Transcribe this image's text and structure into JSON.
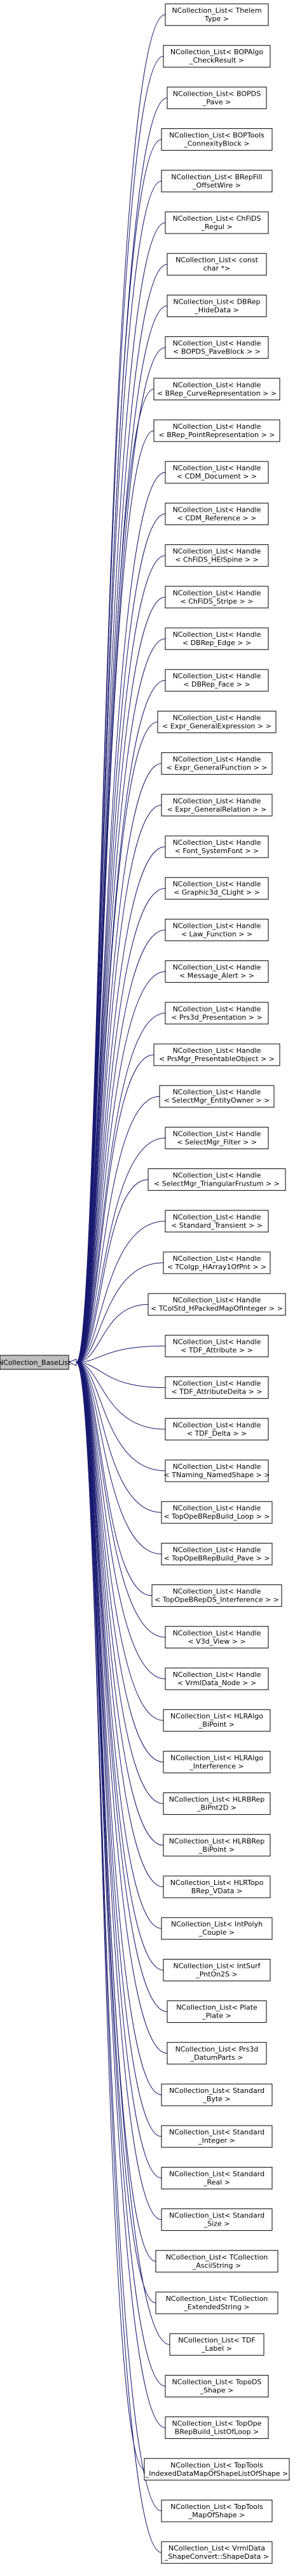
{
  "diagram": {
    "base_class": "NCollection_BaseList",
    "colors": {
      "edge": "#191970",
      "node_border": "#000000",
      "node_fill": "#ffffff",
      "base_fill": "#bfbfbf",
      "text": "#000000"
    },
    "derived_classes": [
      [
        "NCollection_List< Thelem",
        "Type >"
      ],
      [
        "NCollection_List< BOPAlgo",
        "_CheckResult >"
      ],
      [
        "NCollection_List< BOPDS",
        "_Pave >"
      ],
      [
        "NCollection_List< BOPTools",
        "_ConnexityBlock >"
      ],
      [
        "NCollection_List< BRepFill",
        "_OffsetWire >"
      ],
      [
        "NCollection_List< ChFiDS",
        "_Regul >"
      ],
      [
        "NCollection_List< const",
        "char *>"
      ],
      [
        "NCollection_List< DBRep",
        "_HideData >"
      ],
      [
        "NCollection_List< Handle",
        "< BOPDS_PaveBlock > >"
      ],
      [
        "NCollection_List< Handle",
        "< BRep_CurveRepresentation > >"
      ],
      [
        "NCollection_List< Handle",
        "< BRep_PointRepresentation > >"
      ],
      [
        "NCollection_List< Handle",
        "< CDM_Document > >"
      ],
      [
        "NCollection_List< Handle",
        "< CDM_Reference > >"
      ],
      [
        "NCollection_List< Handle",
        "< ChFiDS_HElSpine > >"
      ],
      [
        "NCollection_List< Handle",
        "< ChFiDS_Stripe > >"
      ],
      [
        "NCollection_List< Handle",
        "< DBRep_Edge > >"
      ],
      [
        "NCollection_List< Handle",
        "< DBRep_Face > >"
      ],
      [
        "NCollection_List< Handle",
        "< Expr_GeneralExpression > >"
      ],
      [
        "NCollection_List< Handle",
        "< Expr_GeneralFunction > >"
      ],
      [
        "NCollection_List< Handle",
        "< Expr_GeneralRelation > >"
      ],
      [
        "NCollection_List< Handle",
        "< Font_SystemFont > >"
      ],
      [
        "NCollection_List< Handle",
        "< Graphic3d_CLight > >"
      ],
      [
        "NCollection_List< Handle",
        "< Law_Function > >"
      ],
      [
        "NCollection_List< Handle",
        "< Message_Alert > >"
      ],
      [
        "NCollection_List< Handle",
        "< Prs3d_Presentation > >"
      ],
      [
        "NCollection_List< Handle",
        "< PrsMgr_PresentableObject > >"
      ],
      [
        "NCollection_List< Handle",
        "< SelectMgr_EntityOwner > >"
      ],
      [
        "NCollection_List< Handle",
        "< SelectMgr_Filter > >"
      ],
      [
        "NCollection_List< Handle",
        "< SelectMgr_TriangularFrustum > >"
      ],
      [
        "NCollection_List< Handle",
        "< Standard_Transient > >"
      ],
      [
        "NCollection_List< Handle",
        "< TColgp_HArray1OfPnt > >"
      ],
      [
        "NCollection_List< Handle",
        "< TColStd_HPackedMapOfInteger > >"
      ],
      [
        "NCollection_List< Handle",
        "< TDF_Attribute > >"
      ],
      [
        "NCollection_List< Handle",
        "< TDF_AttributeDelta > >"
      ],
      [
        "NCollection_List< Handle",
        "< TDF_Delta > >"
      ],
      [
        "NCollection_List< Handle",
        "< TNaming_NamedShape > >"
      ],
      [
        "NCollection_List< Handle",
        "< TopOpeBRepBuild_Loop > >"
      ],
      [
        "NCollection_List< Handle",
        "< TopOpeBRepBuild_Pave > >"
      ],
      [
        "NCollection_List< Handle",
        "< TopOpeBRepDS_Interference > >"
      ],
      [
        "NCollection_List< Handle",
        "< V3d_View > >"
      ],
      [
        "NCollection_List< Handle",
        "< VrmlData_Node > >"
      ],
      [
        "NCollection_List< HLRAlgo",
        "_BiPoint >"
      ],
      [
        "NCollection_List< HLRAlgo",
        "_Interference >"
      ],
      [
        "NCollection_List< HLRBRep",
        "_BiPnt2D >"
      ],
      [
        "NCollection_List< HLRBRep",
        "_BiPoint >"
      ],
      [
        "NCollection_List< HLRTopo",
        "BRep_VData >"
      ],
      [
        "NCollection_List< IntPolyh",
        "_Couple >"
      ],
      [
        "NCollection_List< IntSurf",
        "_PntOn2S >"
      ],
      [
        "NCollection_List< Plate",
        "_Plate >"
      ],
      [
        "NCollection_List< Prs3d",
        "_DatumParts >"
      ],
      [
        "NCollection_List< Standard",
        "_Byte >"
      ],
      [
        "NCollection_List< Standard",
        "_Integer >"
      ],
      [
        "NCollection_List< Standard",
        "_Real >"
      ],
      [
        "NCollection_List< Standard",
        "_Size >"
      ],
      [
        "NCollection_List< TCollection",
        "_AsciiString >"
      ],
      [
        "NCollection_List< TCollection",
        "_ExtendedString >"
      ],
      [
        "NCollection_List< TDF",
        "_Label >"
      ],
      [
        "NCollection_List< TopoDS",
        "_Shape >"
      ],
      [
        "NCollection_List< TopOpe",
        "BRepBuild_ListOfLoop >"
      ],
      [
        "NCollection_List< TopTools",
        "_IndexedDataMapOfShapeListOfShape >"
      ],
      [
        "NCollection_List< TopTools",
        "_MapOfShape >"
      ],
      [
        "NCollection_List< VrmlData",
        "_ShapeConvert::ShapeData >"
      ]
    ]
  }
}
